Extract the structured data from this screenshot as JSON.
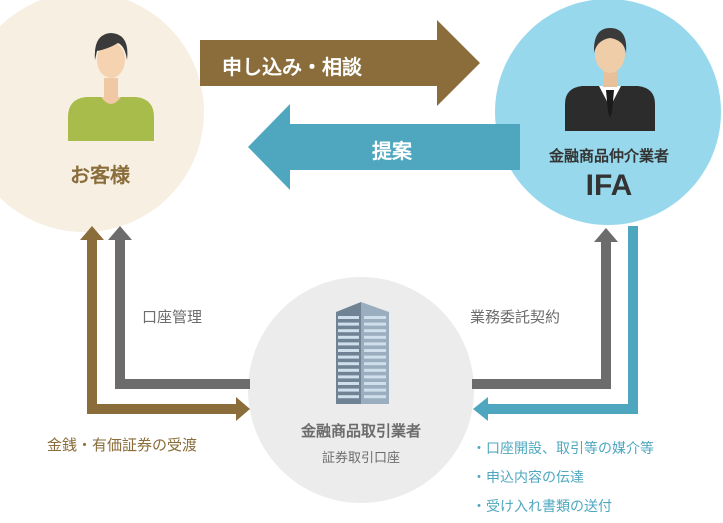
{
  "customer": {
    "label": "お客様"
  },
  "ifa": {
    "title": "金融商品仲介業者",
    "acronym": "IFA"
  },
  "broker": {
    "title": "金融商品取引業者",
    "subtitle": "証券取引口座"
  },
  "arrows": {
    "application": "申し込み・相談",
    "proposal": "提案",
    "account_management": "口座管理",
    "money_transfer": "金銭・有価証券の受渡",
    "business_contract": "業務委託契約"
  },
  "ifa_services": [
    "・口座開設、取引等の媒介等",
    "・申込内容の伝達",
    "・受け入れ書類の送付"
  ],
  "colors": {
    "customer_circle": "#f7efe1",
    "ifa_circle": "#97d8ec",
    "broker_circle": "#ececec",
    "brown": "#8a6d3b",
    "blue": "#4ea7bf",
    "gray": "#6c6c6c"
  }
}
